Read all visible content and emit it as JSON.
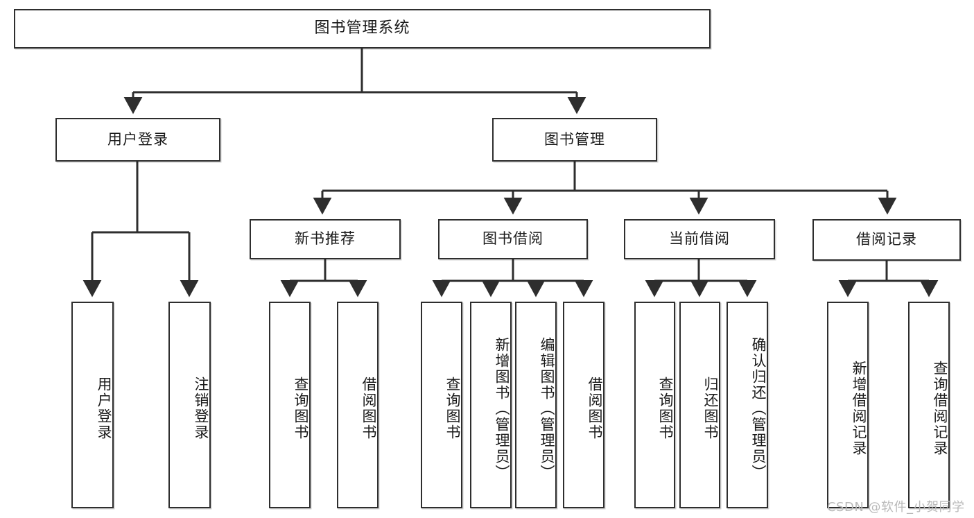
{
  "diagram": {
    "title": "图书管理系统",
    "line_color": "#2e2e2e",
    "box_fill": "#ffffff",
    "text_color": "#1a1a1a",
    "watermark": "CSDN @软件_小贺同学",
    "levels": {
      "root": {
        "label": "图书管理系统"
      },
      "level2": [
        {
          "label": "用户登录"
        },
        {
          "label": "图书管理"
        }
      ],
      "level3": [
        {
          "label": "新书推荐"
        },
        {
          "label": "图书借阅"
        },
        {
          "label": "当前借阅"
        },
        {
          "label": "借阅记录"
        }
      ],
      "leaves": {
        "user_login": [
          {
            "label": "用户登录"
          },
          {
            "label": "注销登录"
          }
        ],
        "new_book_recommend": [
          {
            "label": "查询图书"
          },
          {
            "label": "借阅图书"
          }
        ],
        "book_borrow": [
          {
            "label": "查询图书"
          },
          {
            "label": "新增图书（管理员）"
          },
          {
            "label": "编辑图书（管理员）"
          },
          {
            "label": "借阅图书"
          }
        ],
        "current_borrow": [
          {
            "label": "查询图书"
          },
          {
            "label": "归还图书"
          },
          {
            "label": "确认归还（管理员）"
          }
        ],
        "borrow_record": [
          {
            "label": "新增借阅记录"
          },
          {
            "label": "查询借阅记录"
          }
        ]
      }
    }
  }
}
